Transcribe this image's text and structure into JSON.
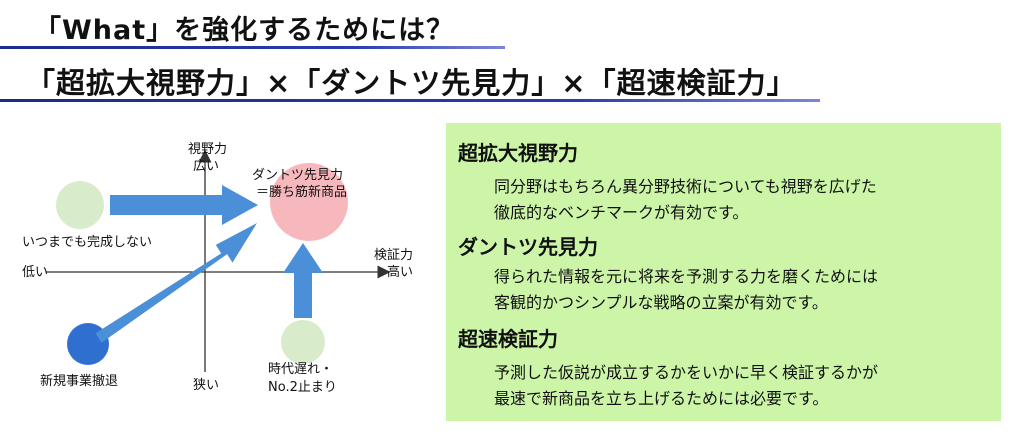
{
  "header": {
    "title_line1": "「What」を強化するためには？",
    "title_line2": "「超拡大視野力」×「ダントツ先見力」×「超速検証力」"
  },
  "diagram": {
    "y_axis_label": "視野力",
    "y_axis_top": "広い",
    "y_axis_bottom": "狭い",
    "x_axis_label": "検証力",
    "x_axis_right": "高い",
    "x_axis_left": "低い",
    "target_label_line1": "ダントツ先見力",
    "target_label_line2": "＝勝ち筋新商品",
    "node_never_complete": "いつまでも完成しない",
    "node_exit": "新規事業撤退",
    "node_outdated_line1": "時代遅れ・",
    "node_outdated_line2": "No.2止まり",
    "colors": {
      "target_circle": "#f7b8bd",
      "pale_circle": "#d8eccc",
      "blue_circle": "#2f6fd0",
      "arrow_fill": "#4a8fd8",
      "axis": "#333333"
    }
  },
  "panel": {
    "background": "#ccf5a8",
    "sections": [
      {
        "heading": "超拡大視野力",
        "lines": [
          "同分野はもちろん異分野技術についても視野を広げた",
          "徹底的なベンチマークが有効です。"
        ]
      },
      {
        "heading": "ダントツ先見力",
        "lines": [
          "得られた情報を元に将来を予測する力を磨くためには",
          "客観的かつシンプルな戦略の立案が有効です。"
        ]
      },
      {
        "heading": "超速検証力",
        "lines": [
          "予測した仮説が成立するかをいかに早く検証するかが",
          "最速で新商品を立ち上げるためには必要です。"
        ]
      }
    ]
  }
}
